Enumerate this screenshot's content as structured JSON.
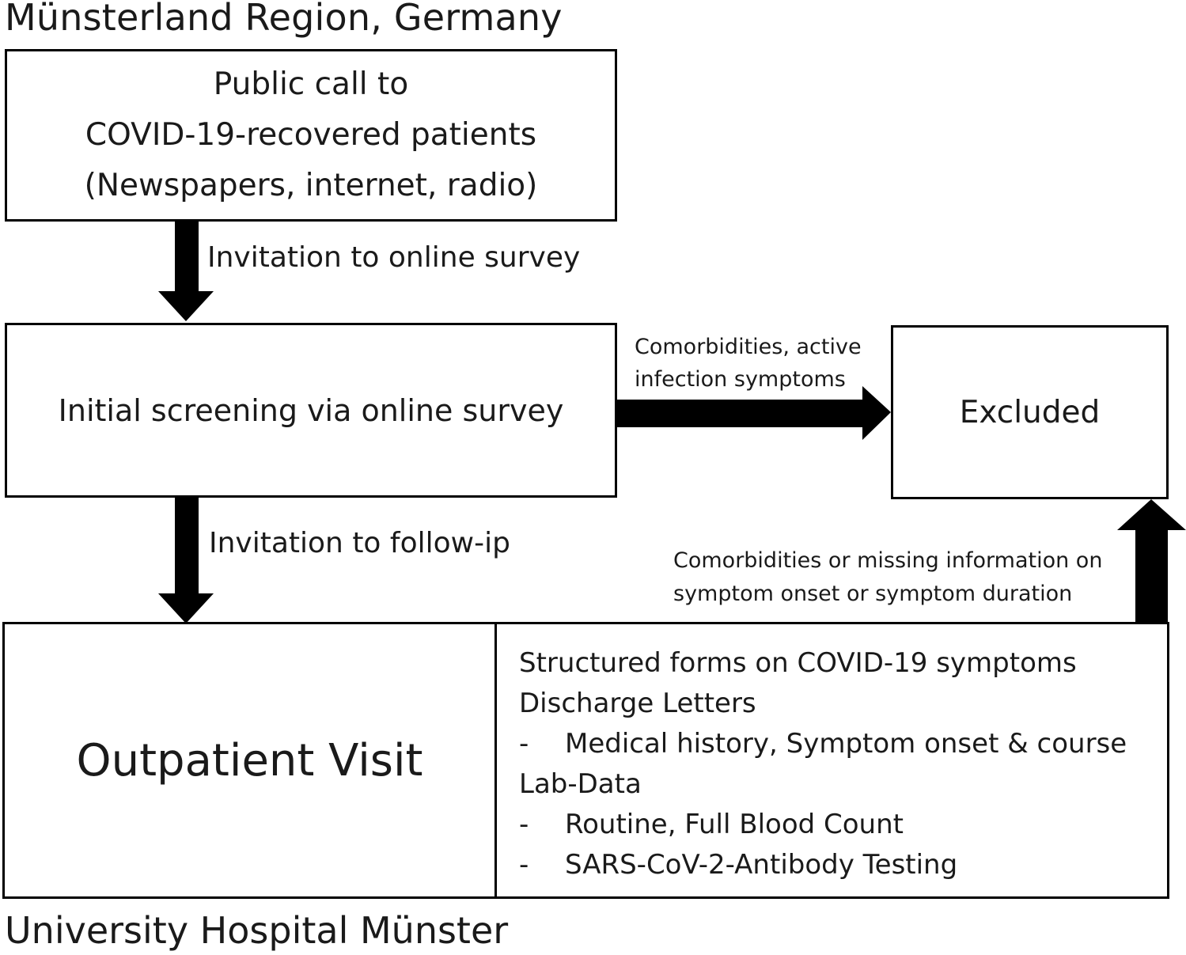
{
  "diagram": {
    "region_title": "Münsterland Region, Germany",
    "hospital_title": "University Hospital Münster",
    "public_call": {
      "lines": [
        "Public call to",
        "COVID-19-recovered patients",
        "(Newspapers, internet, radio)"
      ]
    },
    "screening": {
      "label": "Initial screening via online survey"
    },
    "excluded": {
      "label": "Excluded"
    },
    "outpatient": {
      "label": "Outpatient Visit",
      "details": [
        {
          "bullet": "",
          "text": "Structured forms on COVID-19 symptoms"
        },
        {
          "bullet": "",
          "text": "Discharge Letters"
        },
        {
          "bullet": "-",
          "text": "Medical history,  Symptom onset & course"
        },
        {
          "bullet": "",
          "text": "Lab-Data"
        },
        {
          "bullet": "-",
          "text": "Routine, Full Blood Count"
        },
        {
          "bullet": "-",
          "text": "SARS-CoV-2-Antibody Testing"
        }
      ]
    },
    "edges": {
      "invite_survey": "Invitation to online survey",
      "invite_followup": "Invitation to follow-ip",
      "exclude_screening": [
        "Comorbidities, active",
        "infection symptoms"
      ],
      "exclude_visit": [
        "Comorbidities or missing information on",
        "symptom onset or symptom duration"
      ]
    }
  }
}
